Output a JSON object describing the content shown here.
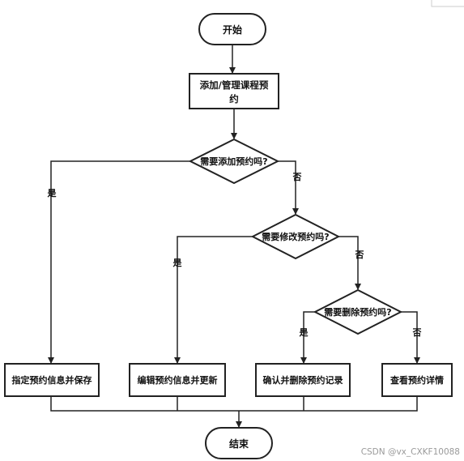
{
  "flowchart": {
    "start": "开始",
    "manage_line1": "添加/管理课程预",
    "manage_line2": "约",
    "decision_add": "需要添加预约吗?",
    "decision_modify": "需要修改预约吗?",
    "decision_delete": "需要删除预约吗?",
    "yes_label": "是",
    "no_label": "否",
    "action_add": "指定预约信息并保存",
    "action_modify": "编辑预约信息并更新",
    "action_delete": "确认并删除预约记录",
    "action_view": "查看预约详情",
    "end": "结束"
  },
  "watermark": "CSDN @vx_CXKF10088"
}
